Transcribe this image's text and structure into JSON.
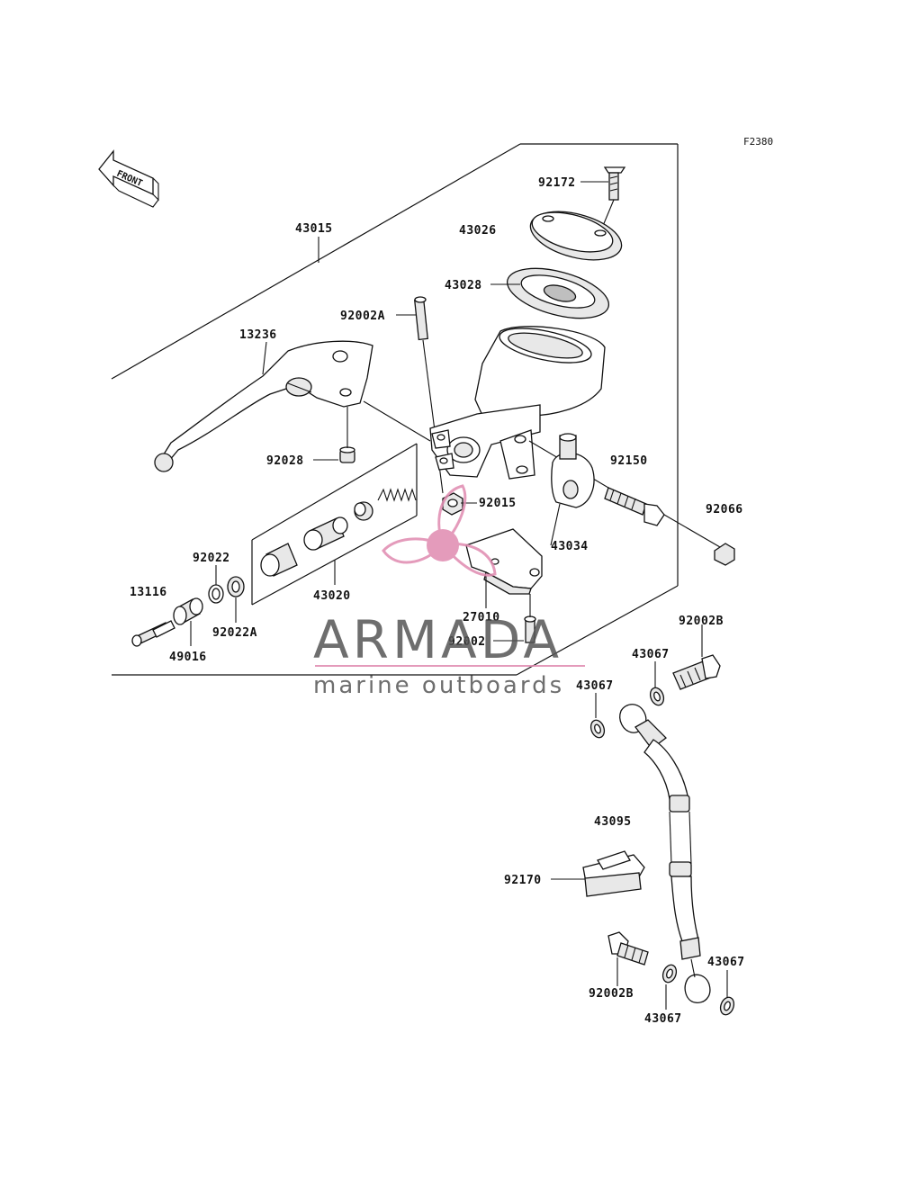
{
  "figure_code": "F2380",
  "front_arrow_label": "FRONT",
  "watermark": {
    "brand": "ARMADA",
    "tagline": "marine outboards",
    "logo_icon": "propeller-icon",
    "color_text": "#555555",
    "color_logo": "#e08ab0"
  },
  "callouts": {
    "p92172": "92172",
    "p43026": "43026",
    "p43015": "43015",
    "p43028": "43028",
    "p92002A": "92002A",
    "p13236": "13236",
    "p92150": "92150",
    "p92028": "92028",
    "p92015": "92015",
    "p92066": "92066",
    "p43034": "43034",
    "p92022": "92022",
    "p13116": "13116",
    "p43020": "43020",
    "p92022A": "92022A",
    "p27010": "27010",
    "p49016": "49016",
    "p92002": "92002",
    "p92002B_top": "92002B",
    "p43067_a": "43067",
    "p43067_b": "43067",
    "p43095": "43095",
    "p92170": "92170",
    "p92002B_bottom": "92002B",
    "p43067_c": "43067",
    "p43067_d": "43067"
  }
}
